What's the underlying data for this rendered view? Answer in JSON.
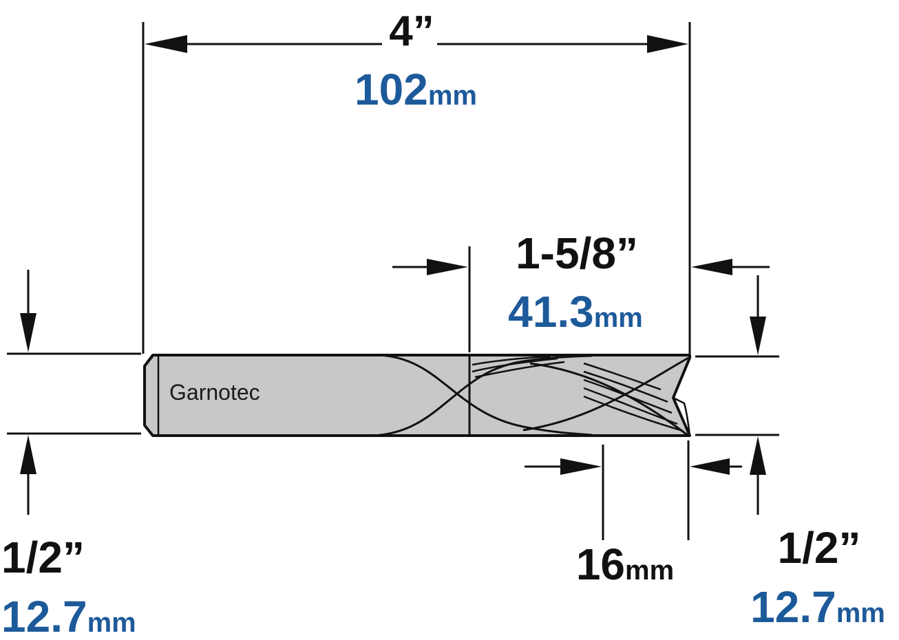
{
  "brand": "Garnotec",
  "overall_length": {
    "imperial": "4”",
    "metric_value": "102",
    "metric_unit": "mm"
  },
  "cutting_length": {
    "imperial": "1-5/8”",
    "metric_value": "41.3",
    "metric_unit": "mm"
  },
  "shank_diameter": {
    "imperial": "1/2”",
    "metric_value": "12.7",
    "metric_unit": "mm"
  },
  "cutting_diameter": {
    "imperial": "1/2”",
    "metric_value": "12.7",
    "metric_unit": "mm"
  },
  "tip_length": {
    "metric_value": "16",
    "metric_unit": "mm"
  },
  "colors": {
    "imperial": "#111111",
    "metric": "#1d5a9a",
    "body": "#c8c8c8",
    "outline": "#111111"
  }
}
